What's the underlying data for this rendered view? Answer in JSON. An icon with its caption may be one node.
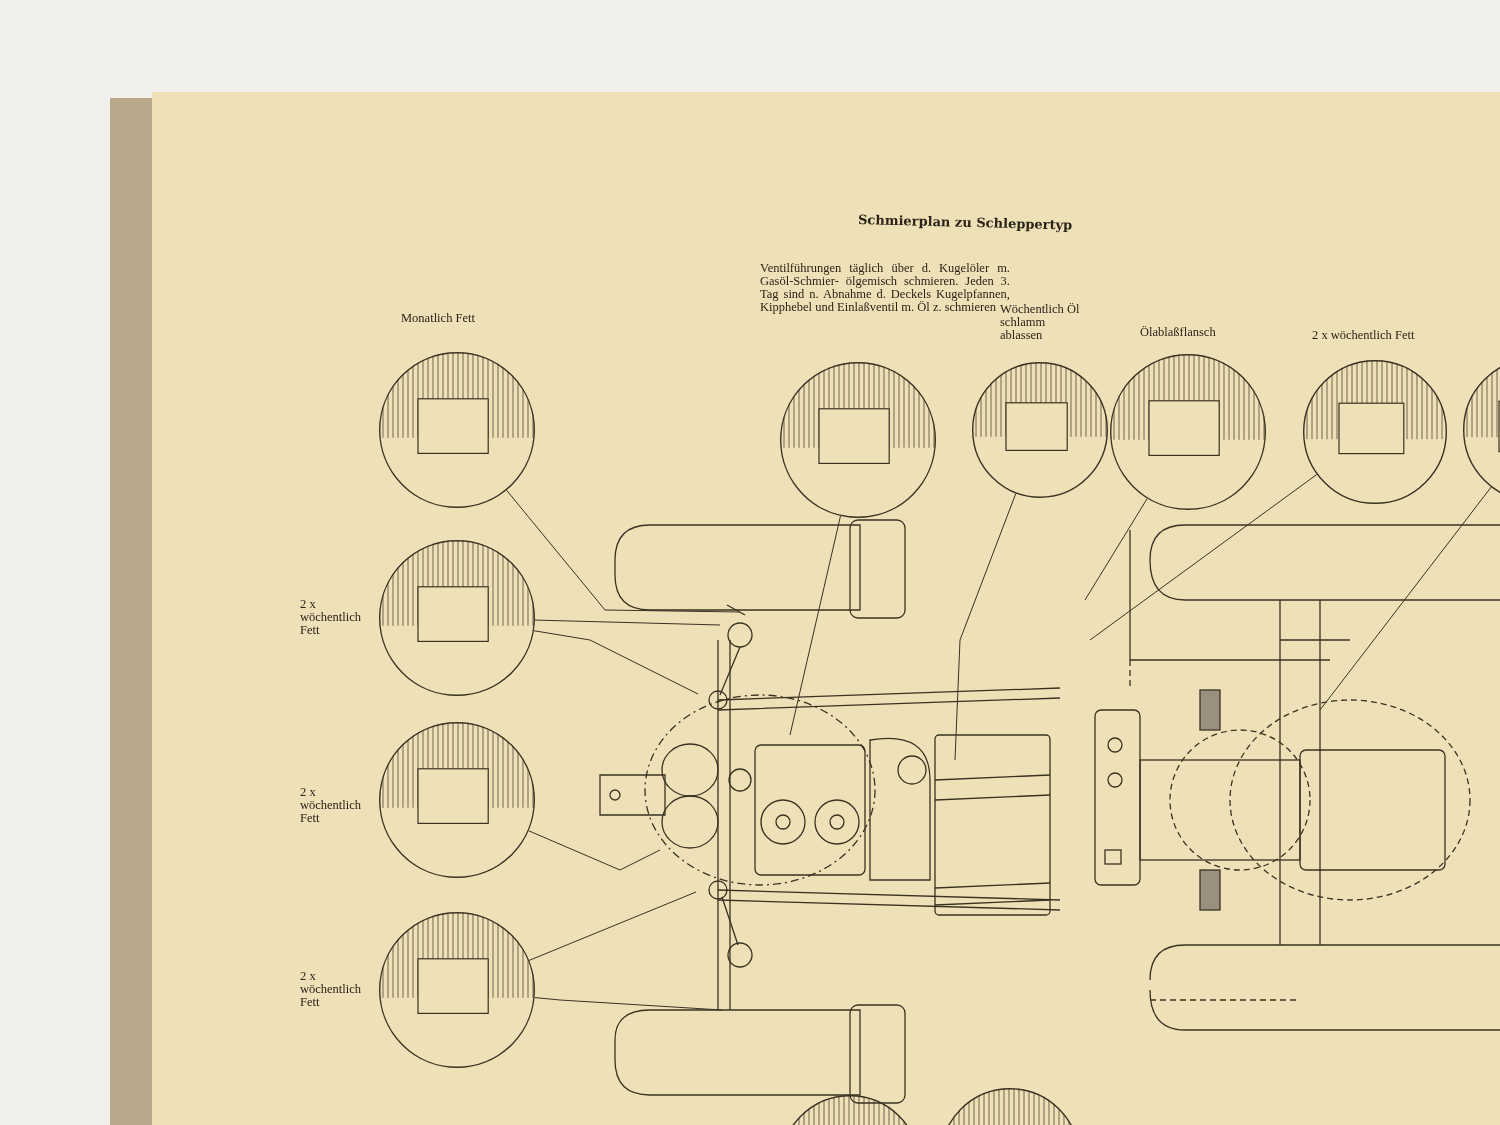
{
  "diagram": {
    "title": "Schmierplan zu Schleppertyp",
    "nodes": [
      {
        "text": [],
        "shape": "circle",
        "beside": [
          "Monatlich Fett"
        ]
      },
      {
        "text": [],
        "shape": "circle",
        "beside": [
          "Ventilführungen täglich über d. Kugelöler m. Gasöl-Schmier- ölgemisch schmieren. Jeden 3. Tag sind n. Abnahme d. Deckels Kugelpfannen, Kipphebel und Einlaßventil m. Öl z. schmieren"
        ]
      },
      {
        "text": [],
        "shape": "circle",
        "beside": [
          "Wöchentlich Öl schlamm ablassen"
        ]
      },
      {
        "text": [],
        "shape": "circle",
        "beside": [
          "Ölablaßflansch"
        ]
      },
      {
        "text": [],
        "shape": "circle",
        "beside": [
          "2 x wöchentlich Fett"
        ]
      },
      {
        "text": [],
        "shape": "circle"
      },
      {
        "text": [],
        "shape": "circle",
        "beside": [
          "2 x wöchentlich Fett"
        ]
      },
      {
        "text": [],
        "shape": "circle",
        "beside": [
          "2 x wöchentlich Fett"
        ]
      },
      {
        "text": [],
        "shape": "circle",
        "beside": [
          "2 x wöchentlich Fett"
        ]
      },
      {
        "text": [],
        "shape": "circle"
      },
      {
        "text": [],
        "shape": "circle"
      }
    ],
    "edges": [
      {
        "from": 0,
        "to": null,
        "arrow": "none"
      },
      {
        "from": 1,
        "to": null,
        "arrow": "none"
      },
      {
        "from": 2,
        "to": null,
        "arrow": "none"
      },
      {
        "from": 3,
        "to": null,
        "arrow": "none"
      },
      {
        "from": 4,
        "to": null,
        "arrow": "none"
      },
      {
        "from": 5,
        "to": null,
        "arrow": "none"
      },
      {
        "from": 6,
        "to": null,
        "arrow": "none"
      },
      {
        "from": 6,
        "to": null,
        "arrow": "none"
      },
      {
        "from": 7,
        "to": null,
        "arrow": "none"
      },
      {
        "from": 8,
        "to": null,
        "arrow": "none"
      },
      {
        "from": 8,
        "to": null,
        "arrow": "none"
      }
    ]
  }
}
